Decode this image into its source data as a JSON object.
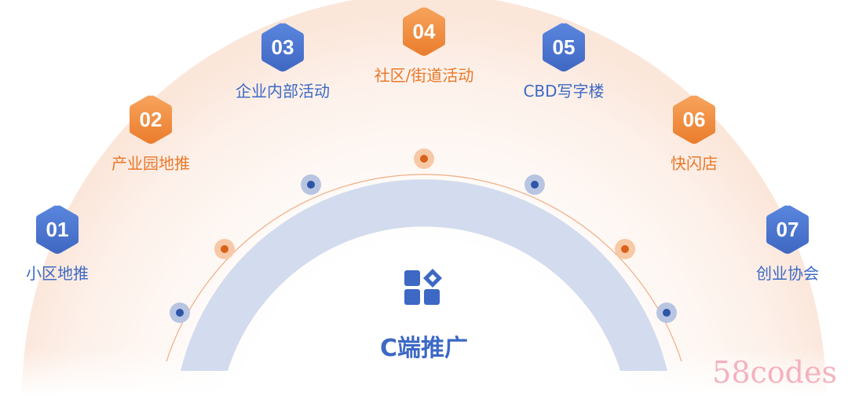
{
  "center": {
    "title": "C端推广",
    "icon": "apps-grid-icon"
  },
  "colors": {
    "blue": "#4a74d0",
    "orange": "#ee8a3c",
    "band": "#d3dcee",
    "line": "#ee9a66"
  },
  "items": [
    {
      "num": "01",
      "label": "小区地推",
      "tone": "blue"
    },
    {
      "num": "02",
      "label": "产业园地推",
      "tone": "orange"
    },
    {
      "num": "03",
      "label": "企业内部活动",
      "tone": "blue"
    },
    {
      "num": "04",
      "label": "社区/街道活动",
      "tone": "orange"
    },
    {
      "num": "05",
      "label": "CBD写字楼",
      "tone": "blue"
    },
    {
      "num": "06",
      "label": "快闪店",
      "tone": "orange"
    },
    {
      "num": "07",
      "label": "创业协会",
      "tone": "blue"
    }
  ],
  "watermark": "58codes"
}
